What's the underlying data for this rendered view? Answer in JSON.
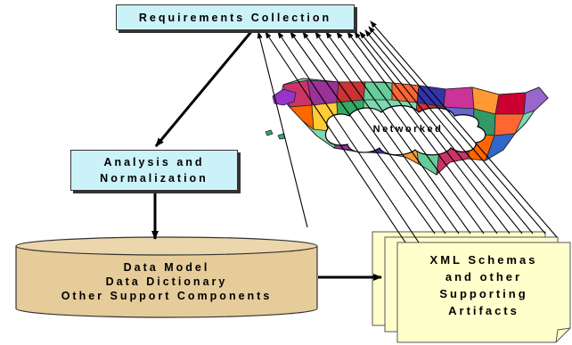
{
  "requirements": {
    "label": "Requirements Collection"
  },
  "analysis": {
    "line1": "Analysis and",
    "line2": "Normalization"
  },
  "datamodel": {
    "line1": "Data Model",
    "line2": "Data Dictionary",
    "line3": "Other Support Components"
  },
  "networked": {
    "label": "Networked"
  },
  "artifacts": {
    "line1": "XML Schemas",
    "line2": "and other",
    "line3": "Supporting",
    "line4": "Artifacts"
  },
  "colors": {
    "box_fill": "#ccf2f9",
    "cylinder_fill": "#e5cc9a",
    "doc_fill": "#ffffcc"
  }
}
